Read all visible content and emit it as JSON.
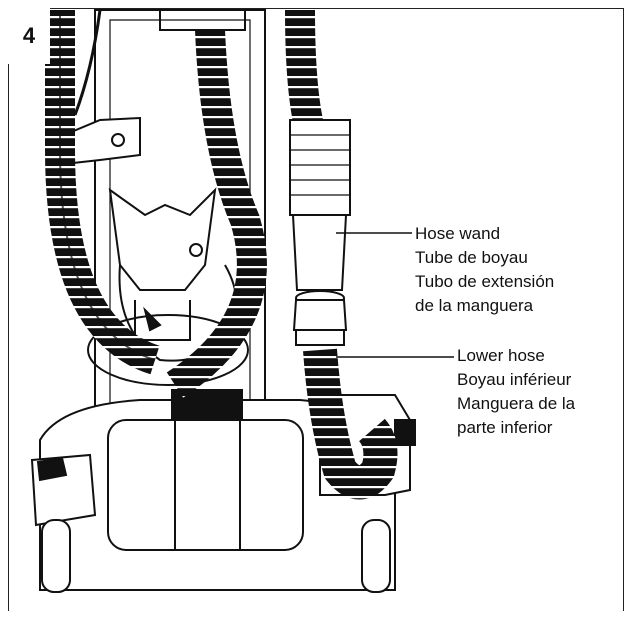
{
  "step": {
    "number": "4"
  },
  "callouts": {
    "hose_wand": {
      "lines": [
        "Hose wand",
        "Tube de boyau",
        "Tubo de extensión",
        "de la manguera"
      ]
    },
    "lower_hose": {
      "lines": [
        "Lower hose",
        "Boyau inférieur",
        "Manguera de la",
        "parte inferior"
      ]
    }
  },
  "colors": {
    "line": "#111111",
    "fill": "#ffffff",
    "shade": "#e6e6e6"
  }
}
